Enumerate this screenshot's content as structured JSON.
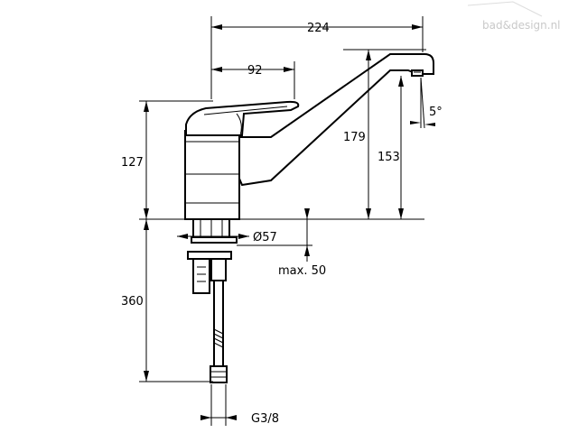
{
  "watermark": {
    "text": "bad&design.nl",
    "color": "#c9c9c9"
  },
  "dimensions": {
    "spout_reach": "224",
    "handle_width": "92",
    "spout_angle": "5°",
    "height_127": "127",
    "height_179": "179",
    "height_153": "153",
    "diameter": "Ø57",
    "max_thickness": "max. 50",
    "hose_length": "360",
    "thread": "G3/8"
  },
  "colors": {
    "line": "#000000",
    "background": "#ffffff"
  }
}
